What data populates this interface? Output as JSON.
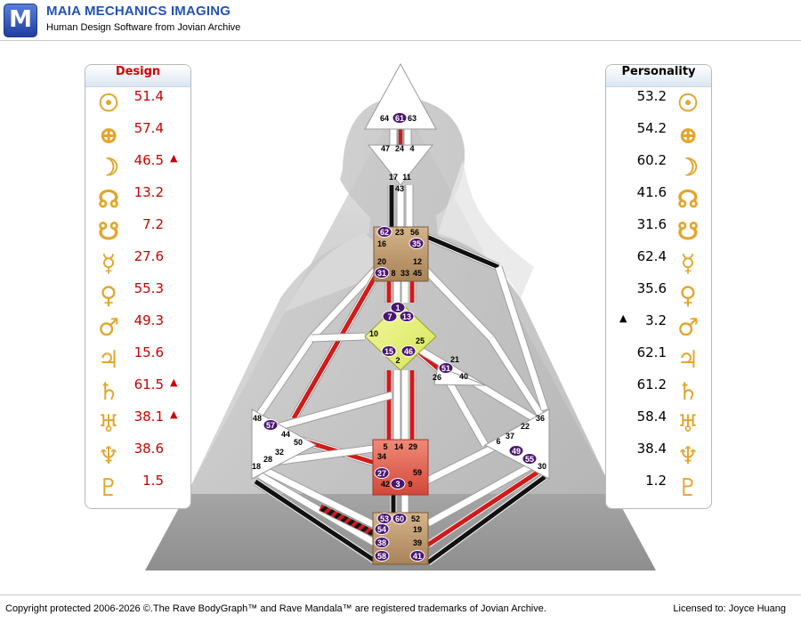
{
  "app": {
    "logo_letter": "M",
    "title": "MAIA MECHANICS IMAGING",
    "subtitle": "Human Design Software from Jovian Archive"
  },
  "colors": {
    "design_red": "#cc0000",
    "accent_gold": "#e3a62c",
    "gate_purple": "#4a1670",
    "head_center": "#ffffff",
    "ajna_center": "#c89b6e",
    "g_center": "#e5f080",
    "sacral_center": "#e86c5c",
    "root_center": "#c89b6e"
  },
  "design": {
    "header": "Design",
    "rows": [
      {
        "icon": "sun-icon",
        "glyph": "☉",
        "value": "51.4",
        "marker": ""
      },
      {
        "icon": "earth-icon",
        "glyph": "⊕",
        "value": "57.4",
        "marker": ""
      },
      {
        "icon": "moon-icon",
        "glyph": "☽",
        "value": "46.5",
        "marker": "▲"
      },
      {
        "icon": "north-node-icon",
        "glyph": "☊",
        "value": "13.2",
        "marker": ""
      },
      {
        "icon": "south-node-icon",
        "glyph": "☋",
        "value": "7.2",
        "marker": ""
      },
      {
        "icon": "mercury-icon",
        "glyph": "☿",
        "value": "27.6",
        "marker": ""
      },
      {
        "icon": "venus-icon",
        "glyph": "♀",
        "value": "55.3",
        "marker": ""
      },
      {
        "icon": "mars-icon",
        "glyph": "♂",
        "value": "49.3",
        "marker": ""
      },
      {
        "icon": "jupiter-icon",
        "glyph": "♃",
        "value": "15.6",
        "marker": ""
      },
      {
        "icon": "saturn-icon",
        "glyph": "♄",
        "value": "61.5",
        "marker": "▲"
      },
      {
        "icon": "uranus-icon",
        "glyph": "♅",
        "value": "38.1",
        "marker": "▲"
      },
      {
        "icon": "neptune-icon",
        "glyph": "♆",
        "value": "38.6",
        "marker": ""
      },
      {
        "icon": "pluto-icon",
        "glyph": "♇",
        "value": "1.5",
        "marker": ""
      }
    ]
  },
  "personality": {
    "header": "Personality",
    "rows": [
      {
        "icon": "sun-icon",
        "glyph": "☉",
        "value": "53.2",
        "marker": ""
      },
      {
        "icon": "earth-icon",
        "glyph": "⊕",
        "value": "54.2",
        "marker": ""
      },
      {
        "icon": "moon-icon",
        "glyph": "☽",
        "value": "60.2",
        "marker": ""
      },
      {
        "icon": "north-node-icon",
        "glyph": "☊",
        "value": "41.6",
        "marker": ""
      },
      {
        "icon": "south-node-icon",
        "glyph": "☋",
        "value": "31.6",
        "marker": ""
      },
      {
        "icon": "mercury-icon",
        "glyph": "☿",
        "value": "62.4",
        "marker": ""
      },
      {
        "icon": "venus-icon",
        "glyph": "♀",
        "value": "35.6",
        "marker": ""
      },
      {
        "icon": "mars-icon",
        "glyph": "♂",
        "value": "3.2",
        "marker": "▲"
      },
      {
        "icon": "jupiter-icon",
        "glyph": "♃",
        "value": "62.1",
        "marker": ""
      },
      {
        "icon": "saturn-icon",
        "glyph": "♄",
        "value": "61.2",
        "marker": ""
      },
      {
        "icon": "uranus-icon",
        "glyph": "♅",
        "value": "58.4",
        "marker": ""
      },
      {
        "icon": "neptune-icon",
        "glyph": "♆",
        "value": "38.4",
        "marker": ""
      },
      {
        "icon": "pluto-icon",
        "glyph": "♇",
        "value": "1.2",
        "marker": ""
      }
    ]
  },
  "footer": {
    "copyright": "Copyright protected 2006-2026 ©.The Rave BodyGraph™ and Rave Mandala™ are registered trademarks of Jovian Archive.",
    "license": "Licensed to: Joyce Huang"
  },
  "bodygraph": {
    "gates": [
      {
        "id": "64",
        "active": false
      },
      {
        "id": "61",
        "active": true
      },
      {
        "id": "63",
        "active": false
      },
      {
        "id": "47",
        "active": false
      },
      {
        "id": "24",
        "active": false
      },
      {
        "id": "4",
        "active": false
      },
      {
        "id": "17",
        "active": false
      },
      {
        "id": "11",
        "active": false
      },
      {
        "id": "43",
        "active": false
      },
      {
        "id": "62",
        "active": true
      },
      {
        "id": "23",
        "active": false
      },
      {
        "id": "56",
        "active": false
      },
      {
        "id": "16",
        "active": false
      },
      {
        "id": "35",
        "active": true
      },
      {
        "id": "12",
        "active": false
      },
      {
        "id": "20",
        "active": false
      },
      {
        "id": "31",
        "active": true
      },
      {
        "id": "8",
        "active": false
      },
      {
        "id": "33",
        "active": false
      },
      {
        "id": "45",
        "active": false
      },
      {
        "id": "1",
        "active": true
      },
      {
        "id": "7",
        "active": true
      },
      {
        "id": "13",
        "active": true
      },
      {
        "id": "10",
        "active": false
      },
      {
        "id": "25",
        "active": false
      },
      {
        "id": "15",
        "active": true
      },
      {
        "id": "46",
        "active": true
      },
      {
        "id": "2",
        "active": false
      },
      {
        "id": "21",
        "active": false
      },
      {
        "id": "51",
        "active": true
      },
      {
        "id": "26",
        "active": false
      },
      {
        "id": "40",
        "active": false
      },
      {
        "id": "48",
        "active": false
      },
      {
        "id": "57",
        "active": true
      },
      {
        "id": "44",
        "active": false
      },
      {
        "id": "50",
        "active": false
      },
      {
        "id": "32",
        "active": false
      },
      {
        "id": "28",
        "active": false
      },
      {
        "id": "18",
        "active": false
      },
      {
        "id": "5",
        "active": false
      },
      {
        "id": "14",
        "active": false
      },
      {
        "id": "29",
        "active": false
      },
      {
        "id": "34",
        "active": false
      },
      {
        "id": "27",
        "active": true
      },
      {
        "id": "59",
        "active": false
      },
      {
        "id": "42",
        "active": false
      },
      {
        "id": "3",
        "active": true
      },
      {
        "id": "9",
        "active": false
      },
      {
        "id": "36",
        "active": false
      },
      {
        "id": "22",
        "active": false
      },
      {
        "id": "37",
        "active": false
      },
      {
        "id": "6",
        "active": false
      },
      {
        "id": "49",
        "active": true
      },
      {
        "id": "55",
        "active": true
      },
      {
        "id": "30",
        "active": false
      },
      {
        "id": "53",
        "active": true
      },
      {
        "id": "60",
        "active": true
      },
      {
        "id": "52",
        "active": false
      },
      {
        "id": "54",
        "active": true
      },
      {
        "id": "19",
        "active": false
      },
      {
        "id": "38",
        "active": true
      },
      {
        "id": "39",
        "active": false
      },
      {
        "id": "58",
        "active": true
      },
      {
        "id": "41",
        "active": true
      }
    ]
  }
}
